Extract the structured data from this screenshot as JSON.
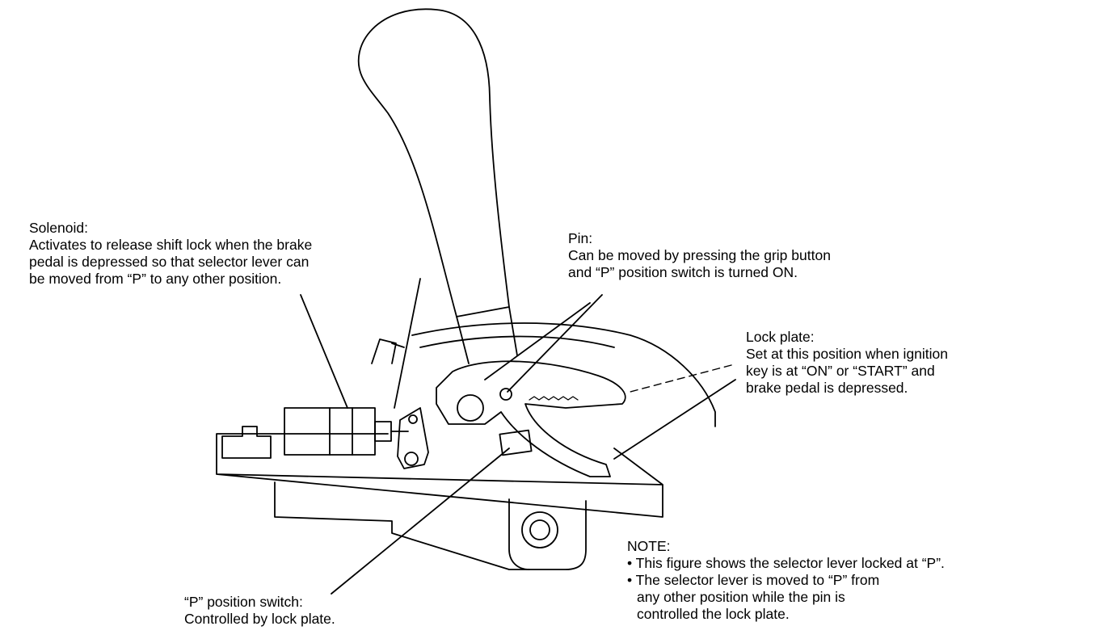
{
  "labels": {
    "solenoid": {
      "title": "Solenoid:",
      "lines": [
        "Activates to release shift lock when the brake",
        "pedal is depressed so that selector lever can",
        "be moved from “P” to any other position."
      ]
    },
    "pin": {
      "title": "Pin:",
      "lines": [
        "Can be moved by pressing the grip button",
        "and “P” position switch is turned ON."
      ]
    },
    "lock_plate": {
      "title": "Lock plate:",
      "lines": [
        "Set at this position when ignition",
        "key is at “ON” or “START” and",
        "brake pedal is depressed."
      ]
    },
    "p_switch": {
      "title": "“P” position switch:",
      "lines": [
        "Controlled by lock plate."
      ]
    },
    "note": {
      "title": "NOTE:",
      "bullet1": "• This figure shows the selector lever locked at “P”.",
      "bullet2_lines": [
        "• The selector lever is moved to “P” from",
        "any other position while the pin is",
        "controlled the lock plate."
      ]
    }
  }
}
